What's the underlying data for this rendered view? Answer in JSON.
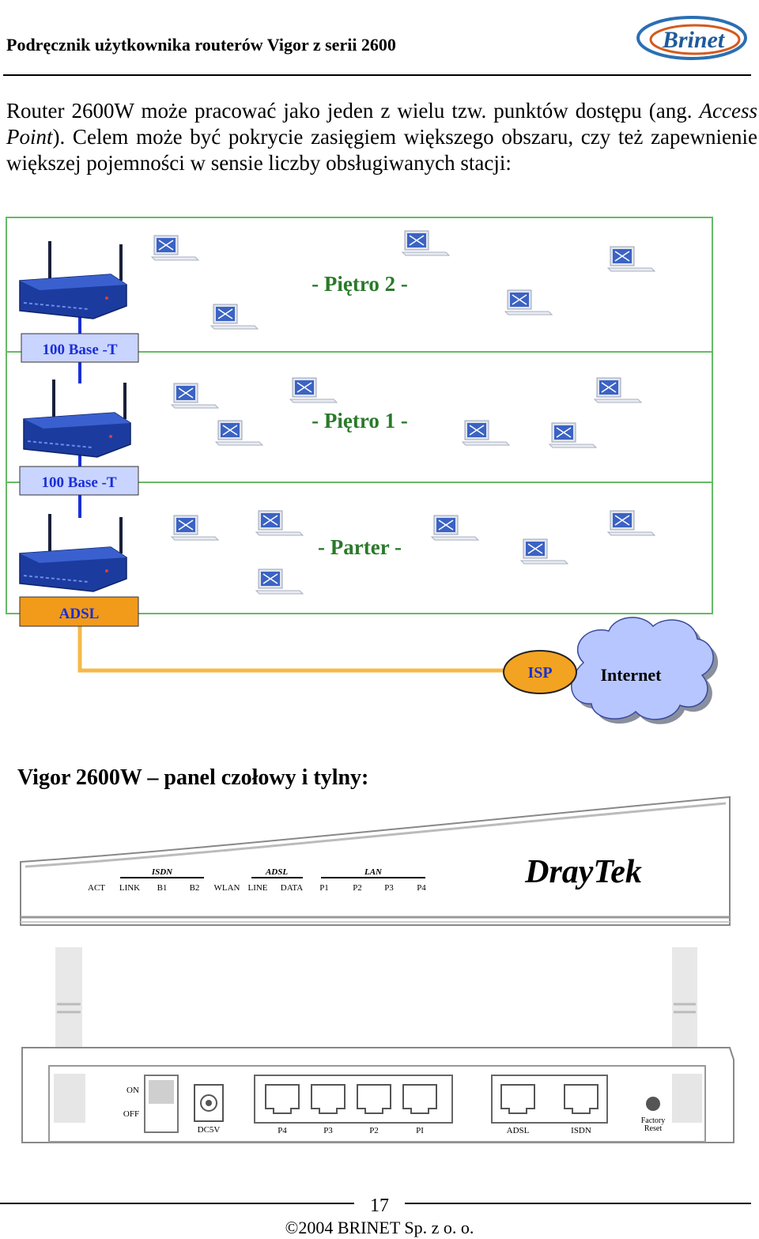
{
  "header": {
    "title": "Podręcznik użytkownika routerów Vigor z serii 2600",
    "logo_text": "Brinet"
  },
  "intro": {
    "part1": "Router 2600W może pracować jako jeden z wielu tzw. punktów dostępu (ang. ",
    "italic": "Access Point",
    "part2": "). Celem może być pokrycie zasięgiem większego obszaru, czy też zapewnienie większej pojemności w sensie liczby obsługiwanych stacji:"
  },
  "diagram": {
    "floors": [
      "- Piętro 2 -",
      "- Piętro 1 -",
      "- Parter -"
    ],
    "link_labels": [
      "100 Base -T",
      "100 Base -T",
      "ADSL"
    ],
    "isp_label": "ISP",
    "internet_label": "Internet",
    "colors": {
      "floor_border": "#66bb66",
      "link_blue": "#1a2fd6",
      "link_orange": "#f5b94a",
      "label_box_blue": "#c9d4ff",
      "label_box_orange": "#f29a1a",
      "isp_fill": "#f2a321",
      "cloud_fill": "#b7c6ff"
    }
  },
  "section": {
    "title": "Vigor 2600W – panel czołowy i tylny:"
  },
  "front_panel": {
    "brand": "DrayTek",
    "group_labels": [
      "ISDN",
      "ADSL",
      "LAN"
    ],
    "leds": [
      "ACT",
      "LINK",
      "B1",
      "B2",
      "WLAN",
      "LINE",
      "DATA",
      "P1",
      "P2",
      "P3",
      "P4"
    ]
  },
  "rear_panel": {
    "switch_labels": [
      "ON",
      "OFF"
    ],
    "power_label": "DC5V",
    "port_labels": [
      "P4",
      "P3",
      "P2",
      "PI",
      "ADSL",
      "ISDN"
    ],
    "reset_label": [
      "Factory",
      "Reset"
    ]
  },
  "footer": {
    "page_number": "17",
    "copyright": "©2004 BRINET Sp. z o. o."
  }
}
